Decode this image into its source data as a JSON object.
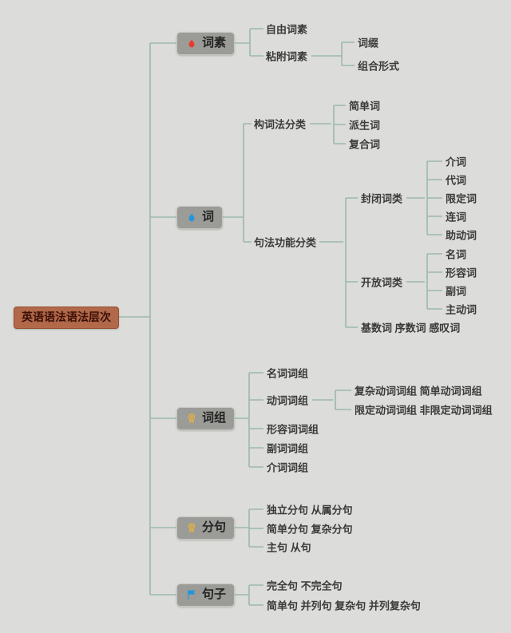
{
  "title": "英语语法语法层次思维导图",
  "colors": {
    "background": "#dcdcda",
    "line": "#9cb9ab",
    "branch_box_bg": "#9b9b97",
    "branch_box_border": "#c6c6c2",
    "root_bg": "#b2694a",
    "root_border": "#98502f",
    "root_text": "#3a0f06",
    "flame_red": "#e8392b",
    "flame_blue": "#1f97dd",
    "medal_gold": "#e8b43c",
    "flag_blue": "#1f97dd",
    "label_text": "#3b3b3b"
  },
  "root": {
    "label": "英语语法语法层次"
  },
  "branches": [
    {
      "label": "词素",
      "icon": "flame-red-icon",
      "children": [
        {
          "label": "自由词素"
        },
        {
          "label": "粘附词素",
          "children": [
            {
              "label": "词缀"
            },
            {
              "label": "组合形式"
            }
          ]
        }
      ]
    },
    {
      "label": "词",
      "icon": "flame-blue-icon",
      "children": [
        {
          "label": "构词法分类",
          "children": [
            {
              "label": "简单词"
            },
            {
              "label": "派生词"
            },
            {
              "label": "复合词"
            }
          ]
        },
        {
          "label": "句法功能分类",
          "children": [
            {
              "label": "封闭词类",
              "children": [
                {
                  "label": "介词"
                },
                {
                  "label": "代词"
                },
                {
                  "label": "限定词"
                },
                {
                  "label": "连词"
                },
                {
                  "label": "助动词"
                }
              ]
            },
            {
              "label": "开放词类",
              "children": [
                {
                  "label": "名词"
                },
                {
                  "label": "形容词"
                },
                {
                  "label": "副词"
                },
                {
                  "label": "主动词"
                }
              ]
            },
            {
              "label": "基数词 序数词 感叹词"
            }
          ]
        }
      ]
    },
    {
      "label": "词组",
      "icon": "medal-icon",
      "children": [
        {
          "label": "名词词组"
        },
        {
          "label": "动词词组",
          "children": [
            {
              "label": "复杂动词词组 简单动词词组"
            },
            {
              "label": "限定动词词组 非限定动词词组"
            }
          ]
        },
        {
          "label": "形容词词组"
        },
        {
          "label": "副词词组"
        },
        {
          "label": "介词词组"
        }
      ]
    },
    {
      "label": "分句",
      "icon": "medal-icon",
      "children": [
        {
          "label": "独立分句 从属分句"
        },
        {
          "label": "简单分句 复杂分句"
        },
        {
          "label": "主句 从句"
        }
      ]
    },
    {
      "label": "句子",
      "icon": "flag-icon",
      "children": [
        {
          "label": "完全句 不完全句"
        },
        {
          "label": "简单句 并列句 复杂句 并列复杂句"
        }
      ]
    }
  ]
}
